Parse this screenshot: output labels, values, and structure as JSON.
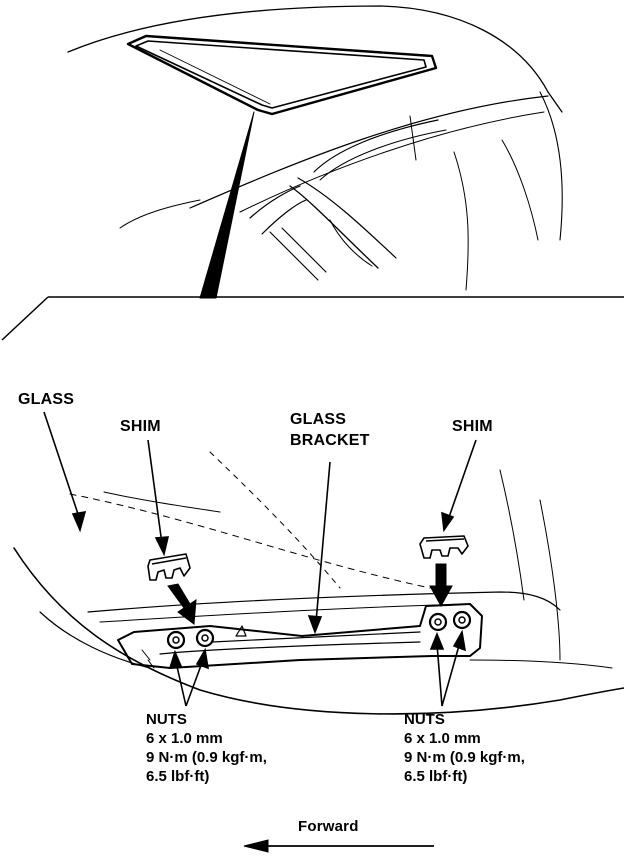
{
  "labels": {
    "glass": "GLASS",
    "shim_left": "SHIM",
    "shim_right": "SHIM",
    "glass_bracket_line1": "GLASS",
    "glass_bracket_line2": "BRACKET",
    "forward": "Forward"
  },
  "nuts_left": {
    "title": "NUTS",
    "size": "6 x 1.0 mm",
    "torque": "9 N·m (0.9 kgf·m,",
    "torque_imperial": "6.5 lbf·ft)"
  },
  "nuts_right": {
    "title": "NUTS",
    "size": "6 x 1.0 mm",
    "torque": "9 N·m (0.9 kgf·m,",
    "torque_imperial": "6.5 lbf·ft)"
  }
}
